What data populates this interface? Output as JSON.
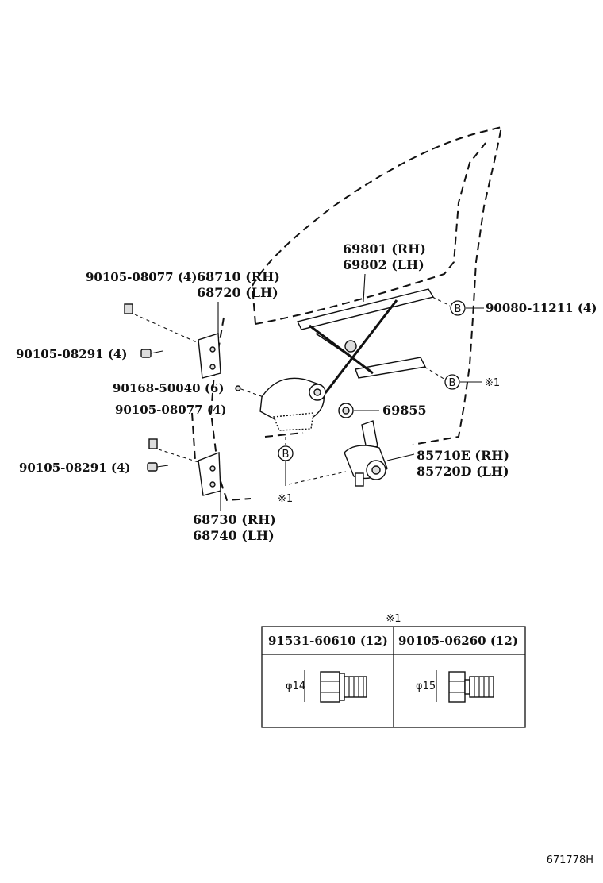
{
  "callouts": {
    "bolt_upper_1": "90105-08077 (4)",
    "hinge_upper_rh": "68710 (RH)",
    "hinge_upper_lh": "68720 (LH)",
    "regulator_rh": "69801 (RH)",
    "regulator_lh": "69802 (LH)",
    "bolt_right": "90080-11211 (4)",
    "bolt_upper_2": "90105-08291 (4)",
    "nut_center": "90168-50040 (6)",
    "bolt_lower_1": "90105-08077 (4)",
    "grommet": "69855",
    "motor_rh": "85710E (RH)",
    "motor_lh": "85720D (LH)",
    "bolt_lower_2": "90105-08291 (4)",
    "hinge_lower_rh": "68730 (RH)",
    "hinge_lower_lh": "68740 (LH)"
  },
  "symbols": {
    "b_circle": "B",
    "note_mark_right": "※1",
    "note_mark_bottom": "※1"
  },
  "table": {
    "note_mark": "※1",
    "col1_part": "91531-60610 (12)",
    "col2_part": "90105-06260 (12)",
    "col1_dim": "φ14",
    "col2_dim": "φ15"
  },
  "diagram_code": "671778H"
}
